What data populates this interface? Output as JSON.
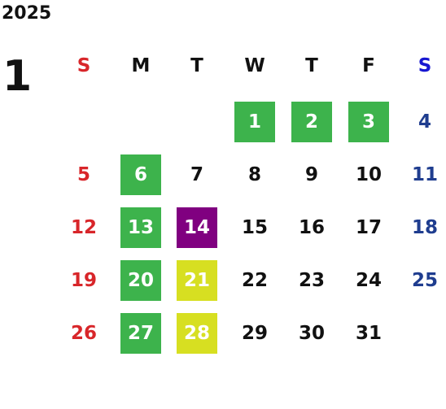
{
  "year": "2025",
  "month": "1",
  "weekdays": [
    "S",
    "M",
    "T",
    "W",
    "T",
    "F",
    "S"
  ],
  "colors": {
    "sunday": "#d8262a",
    "saturday": "#1f3d8f",
    "saturday_header": "#1717d1",
    "green": "#3db34c",
    "purple": "#800080",
    "yellow": "#d7df21"
  },
  "weeks": [
    [
      null,
      null,
      null,
      {
        "d": "1",
        "hl": "green"
      },
      {
        "d": "2",
        "hl": "green"
      },
      {
        "d": "3",
        "hl": "green"
      },
      {
        "d": "4"
      }
    ],
    [
      {
        "d": "5"
      },
      {
        "d": "6",
        "hl": "green"
      },
      {
        "d": "7"
      },
      {
        "d": "8"
      },
      {
        "d": "9"
      },
      {
        "d": "10"
      },
      {
        "d": "11"
      }
    ],
    [
      {
        "d": "12"
      },
      {
        "d": "13",
        "hl": "green"
      },
      {
        "d": "14",
        "hl": "purple"
      },
      {
        "d": "15"
      },
      {
        "d": "16"
      },
      {
        "d": "17"
      },
      {
        "d": "18"
      }
    ],
    [
      {
        "d": "19"
      },
      {
        "d": "20",
        "hl": "green"
      },
      {
        "d": "21",
        "hl": "yellow"
      },
      {
        "d": "22"
      },
      {
        "d": "23"
      },
      {
        "d": "24"
      },
      {
        "d": "25"
      }
    ],
    [
      {
        "d": "26"
      },
      {
        "d": "27",
        "hl": "green"
      },
      {
        "d": "28",
        "hl": "yellow"
      },
      {
        "d": "29"
      },
      {
        "d": "30"
      },
      {
        "d": "31"
      },
      null
    ]
  ]
}
